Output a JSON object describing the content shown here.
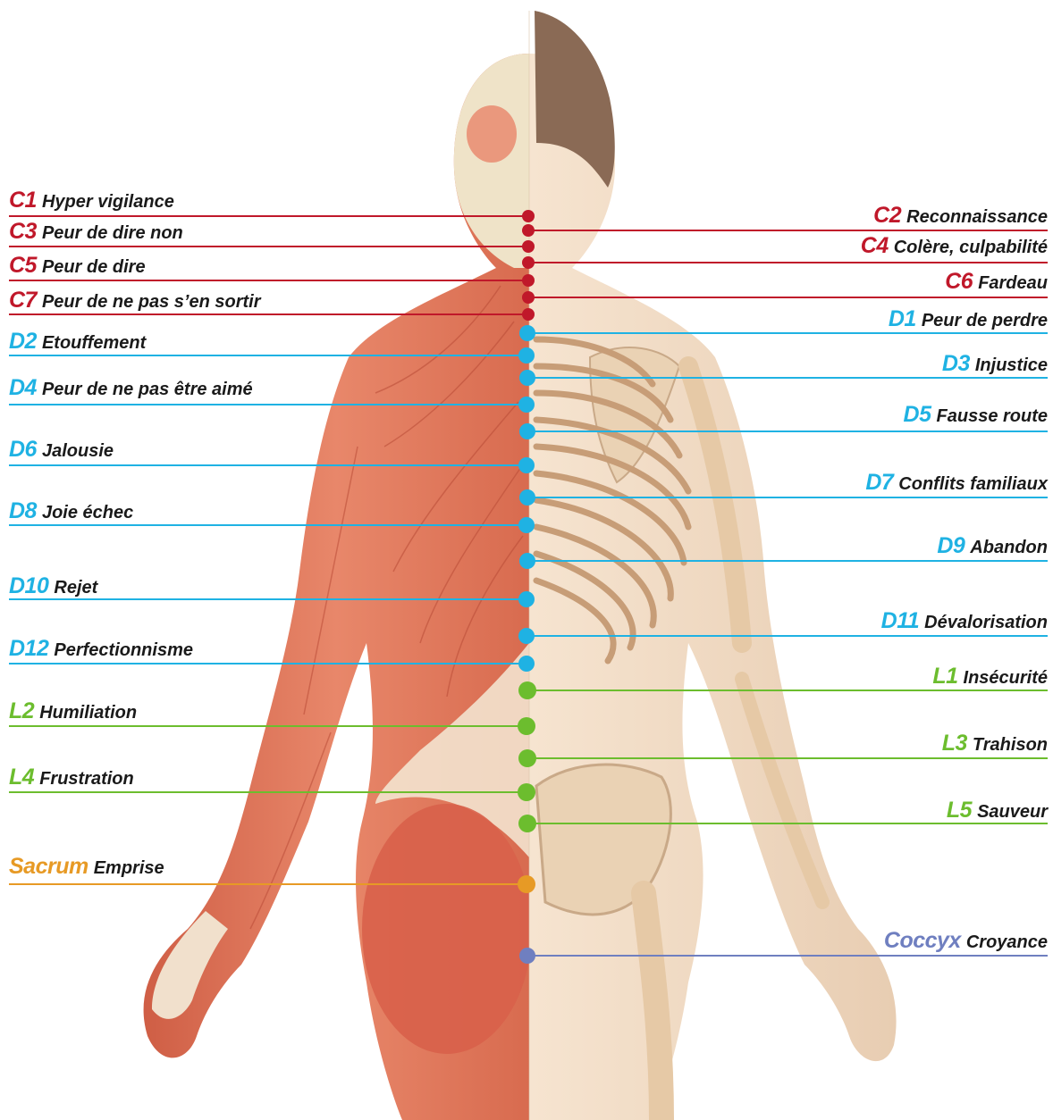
{
  "colors": {
    "cervical": "#c0182a",
    "dorsal": "#1fb2e3",
    "lumbar": "#6cbd2e",
    "sacrum": "#e79a25",
    "coccyx": "#6f7fc0",
    "muscle": "#df7357",
    "skin": "#f2dcc4",
    "bone": "#eed8bd",
    "hair": "#8a6a55"
  },
  "vertebrae": [
    {
      "code": "C1",
      "label": "Hyper vigilance",
      "group": "cervical",
      "side": "left"
    },
    {
      "code": "C2",
      "label": "Reconnaissance",
      "group": "cervical",
      "side": "right"
    },
    {
      "code": "C3",
      "label": "Peur de dire non",
      "group": "cervical",
      "side": "left"
    },
    {
      "code": "C4",
      "label": "Colère, culpabilité",
      "group": "cervical",
      "side": "right"
    },
    {
      "code": "C5",
      "label": "Peur de dire",
      "group": "cervical",
      "side": "left"
    },
    {
      "code": "C6",
      "label": "Fardeau",
      "group": "cervical",
      "side": "right"
    },
    {
      "code": "C7",
      "label": "Peur de ne pas s’en sortir",
      "group": "cervical",
      "side": "left"
    },
    {
      "code": "D1",
      "label": "Peur de perdre",
      "group": "dorsal",
      "side": "right"
    },
    {
      "code": "D2",
      "label": "Etouffement",
      "group": "dorsal",
      "side": "left"
    },
    {
      "code": "D3",
      "label": "Injustice",
      "group": "dorsal",
      "side": "right"
    },
    {
      "code": "D4",
      "label": "Peur de ne pas être aimé",
      "group": "dorsal",
      "side": "left"
    },
    {
      "code": "D5",
      "label": "Fausse route",
      "group": "dorsal",
      "side": "right"
    },
    {
      "code": "D6",
      "label": "Jalousie",
      "group": "dorsal",
      "side": "left"
    },
    {
      "code": "D7",
      "label": "Conflits familiaux",
      "group": "dorsal",
      "side": "right"
    },
    {
      "code": "D8",
      "label": "Joie échec",
      "group": "dorsal",
      "side": "left"
    },
    {
      "code": "D9",
      "label": "Abandon",
      "group": "dorsal",
      "side": "right"
    },
    {
      "code": "D10",
      "label": "Rejet",
      "group": "dorsal",
      "side": "left"
    },
    {
      "code": "D11",
      "label": "Dévalorisation",
      "group": "dorsal",
      "side": "right"
    },
    {
      "code": "D12",
      "label": "Perfectionnisme",
      "group": "dorsal",
      "side": "left"
    },
    {
      "code": "L1",
      "label": "Insécurité",
      "group": "lumbar",
      "side": "right"
    },
    {
      "code": "L2",
      "label": "Humiliation",
      "group": "lumbar",
      "side": "left"
    },
    {
      "code": "L3",
      "label": "Trahison",
      "group": "lumbar",
      "side": "right"
    },
    {
      "code": "L4",
      "label": "Frustration",
      "group": "lumbar",
      "side": "left"
    },
    {
      "code": "L5",
      "label": "Sauveur",
      "group": "lumbar",
      "side": "right"
    },
    {
      "code": "Sacrum",
      "label": "Emprise",
      "group": "sacrum",
      "side": "left"
    },
    {
      "code": "Coccyx",
      "label": "Croyance",
      "group": "coccyx",
      "side": "right"
    }
  ]
}
